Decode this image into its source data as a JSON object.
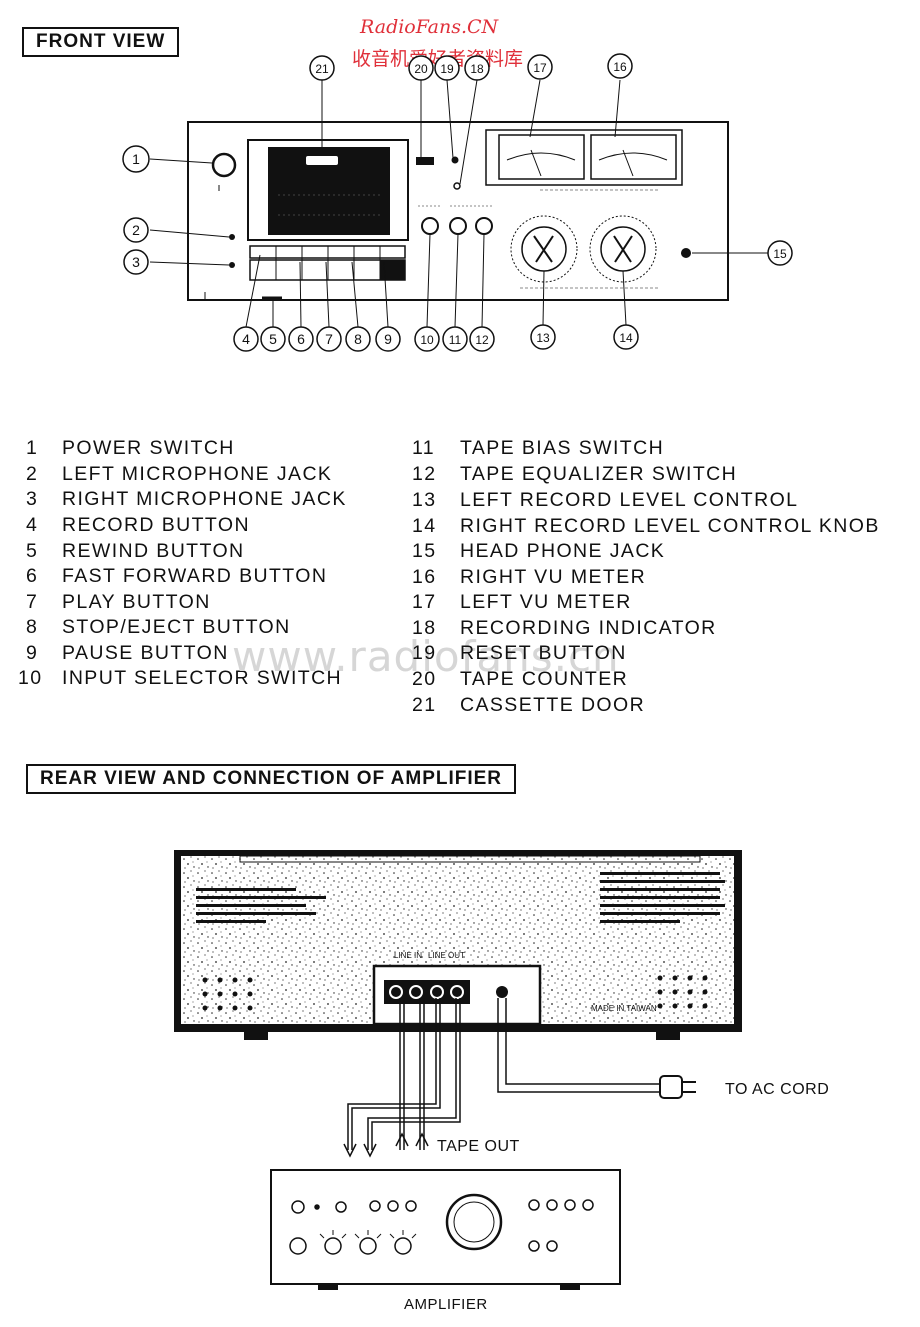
{
  "watermark": {
    "brand": "RadioFans.CN",
    "subtitle": "收音机爱好者资料库",
    "domain": "www.radiofans.cn"
  },
  "front_view": {
    "title": "FRONT VIEW",
    "callouts": [
      "1",
      "2",
      "3",
      "4",
      "5",
      "6",
      "7",
      "8",
      "9",
      "10",
      "11",
      "12",
      "13",
      "14",
      "15",
      "16",
      "17",
      "18",
      "19",
      "20",
      "21"
    ]
  },
  "legend": {
    "left": [
      {
        "num": "1",
        "label": "POWER SWITCH"
      },
      {
        "num": "2",
        "label": "LEFT MICROPHONE JACK"
      },
      {
        "num": "3",
        "label": "RIGHT MICROPHONE JACK"
      },
      {
        "num": "4",
        "label": "RECORD BUTTON"
      },
      {
        "num": "5",
        "label": "REWIND BUTTON"
      },
      {
        "num": "6",
        "label": "FAST FORWARD BUTTON"
      },
      {
        "num": "7",
        "label": "PLAY BUTTON"
      },
      {
        "num": "8",
        "label": "STOP/EJECT BUTTON"
      },
      {
        "num": "9",
        "label": "PAUSE BUTTON"
      },
      {
        "num": "10",
        "label": "INPUT SELECTOR SWITCH"
      }
    ],
    "right": [
      {
        "num": "11",
        "label": "TAPE BIAS SWITCH"
      },
      {
        "num": "12",
        "label": "TAPE EQUALIZER SWITCH"
      },
      {
        "num": "13",
        "label": "LEFT RECORD LEVEL CONTROL"
      },
      {
        "num": "14",
        "label": "RIGHT RECORD LEVEL CONTROL KNOB"
      },
      {
        "num": "15",
        "label": "HEAD PHONE JACK"
      },
      {
        "num": "16",
        "label": "RIGHT VU METER"
      },
      {
        "num": "17",
        "label": "LEFT VU METER"
      },
      {
        "num": "18",
        "label": "RECORDING INDICATOR"
      },
      {
        "num": "19",
        "label": "RESET BUTTON"
      },
      {
        "num": "20",
        "label": "TAPE COUNTER"
      },
      {
        "num": "21",
        "label": "CASSETTE DOOR"
      }
    ]
  },
  "rear_view": {
    "title": "REAR VIEW AND CONNECTION OF AMPLIFIER",
    "to_ac_cord": "TO AC CORD",
    "tape_out": "TAPE OUT",
    "amplifier": "AMPLIFIER",
    "line_in": "LINE IN",
    "line_out": "LINE OUT",
    "made_in": "MADE IN TAIWAN"
  }
}
